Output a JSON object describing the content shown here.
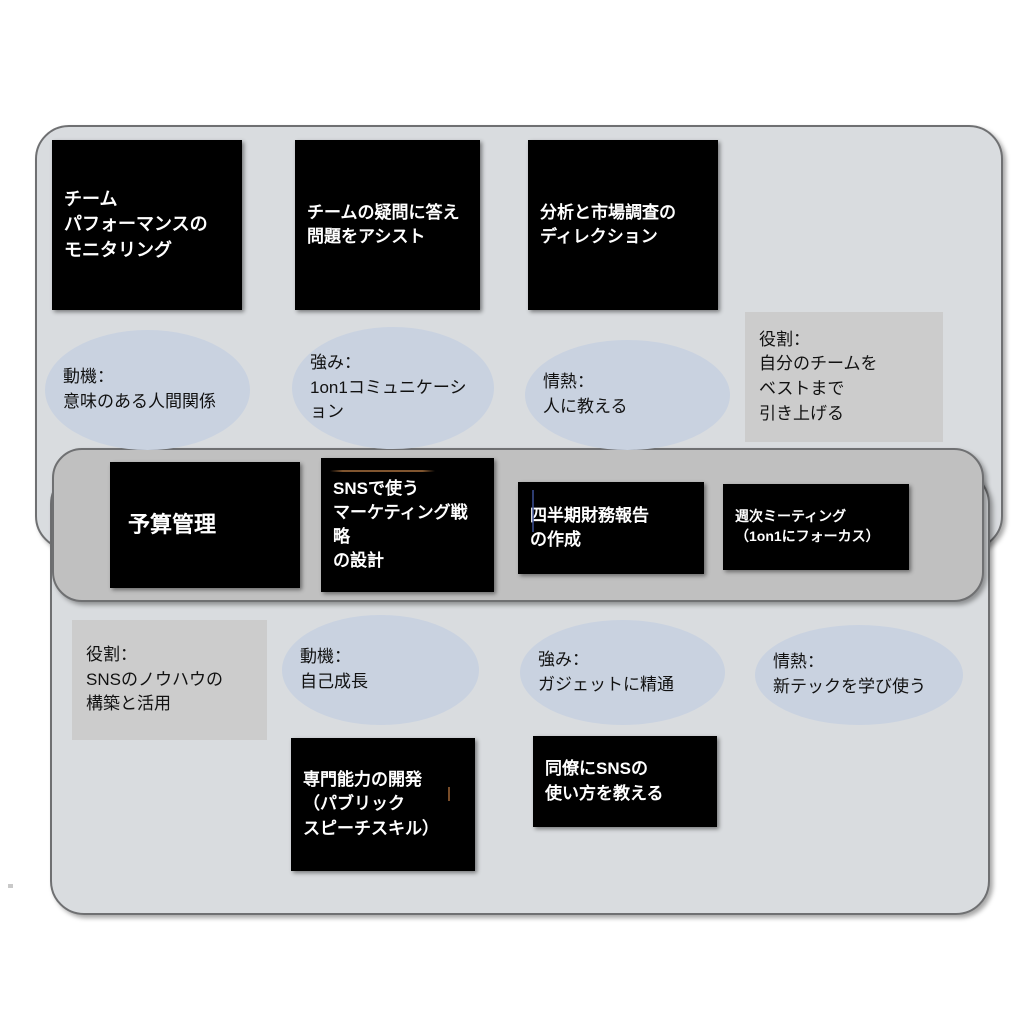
{
  "diagram": {
    "title": "Role / Motivation / Strength / Passion task map",
    "colors": {
      "panel_bg": "#d9dcdf",
      "middle_band_bg": "#c0c0c0",
      "panel_border": "#6f7072",
      "task_box_bg": "#000000",
      "task_box_text": "#ffffff",
      "ellipse_bg": "#c9d2e0",
      "gray_box_bg": "#cccccc",
      "page_bg": "#ffffff"
    }
  },
  "top_section": {
    "task_boxes": [
      {
        "id": "box-t1",
        "text": "チーム\nパフォーマンスの\nモニタリング"
      },
      {
        "id": "box-t2",
        "text": "チームの疑問に答え\n問題をアシスト"
      },
      {
        "id": "box-t3",
        "text": "分析と市場調査の\nディレクション"
      }
    ],
    "ellipses": [
      {
        "id": "ell-t1",
        "label": "動機：",
        "text": "動機：\n意味のある人間関係"
      },
      {
        "id": "ell-t2",
        "label": "強み：",
        "text": "強み：\n1on1コミュニケーシ\nョン"
      },
      {
        "id": "ell-t3",
        "label": "情熱：",
        "text": "情熱：\n人に教える"
      }
    ],
    "gray_boxes": [
      {
        "id": "gray-t1",
        "label": "役割：",
        "text": "役割：\n自分のチームを\nベストまで\n引き上げる"
      }
    ]
  },
  "middle_section": {
    "task_boxes": [
      {
        "id": "box-m1",
        "text": "予算管理"
      },
      {
        "id": "box-m2",
        "text": "SNSで使う\nマーケティング戦略\nの設計"
      },
      {
        "id": "box-m3",
        "text": "四半期財務報告\nの作成"
      },
      {
        "id": "box-m4",
        "text": "週次ミーティング\n（1on1にフォーカス）"
      }
    ]
  },
  "bottom_section": {
    "gray_boxes": [
      {
        "id": "gray-b1",
        "label": "役割：",
        "text": "役割：\nSNSのノウハウの\n構築と活用"
      }
    ],
    "ellipses": [
      {
        "id": "ell-b1",
        "label": "動機：",
        "text": "動機：\n自己成長"
      },
      {
        "id": "ell-b2",
        "label": "強み：",
        "text": "強み：\nガジェットに精通"
      },
      {
        "id": "ell-b3",
        "label": "情熱：",
        "text": "情熱：\n新テックを学び使う"
      }
    ],
    "task_boxes": [
      {
        "id": "box-b1",
        "text": "専門能力の開発\n（パブリック\nスピーチスキル）"
      },
      {
        "id": "box-b2",
        "text": "同僚にSNSの\n使い方を教える"
      }
    ]
  }
}
